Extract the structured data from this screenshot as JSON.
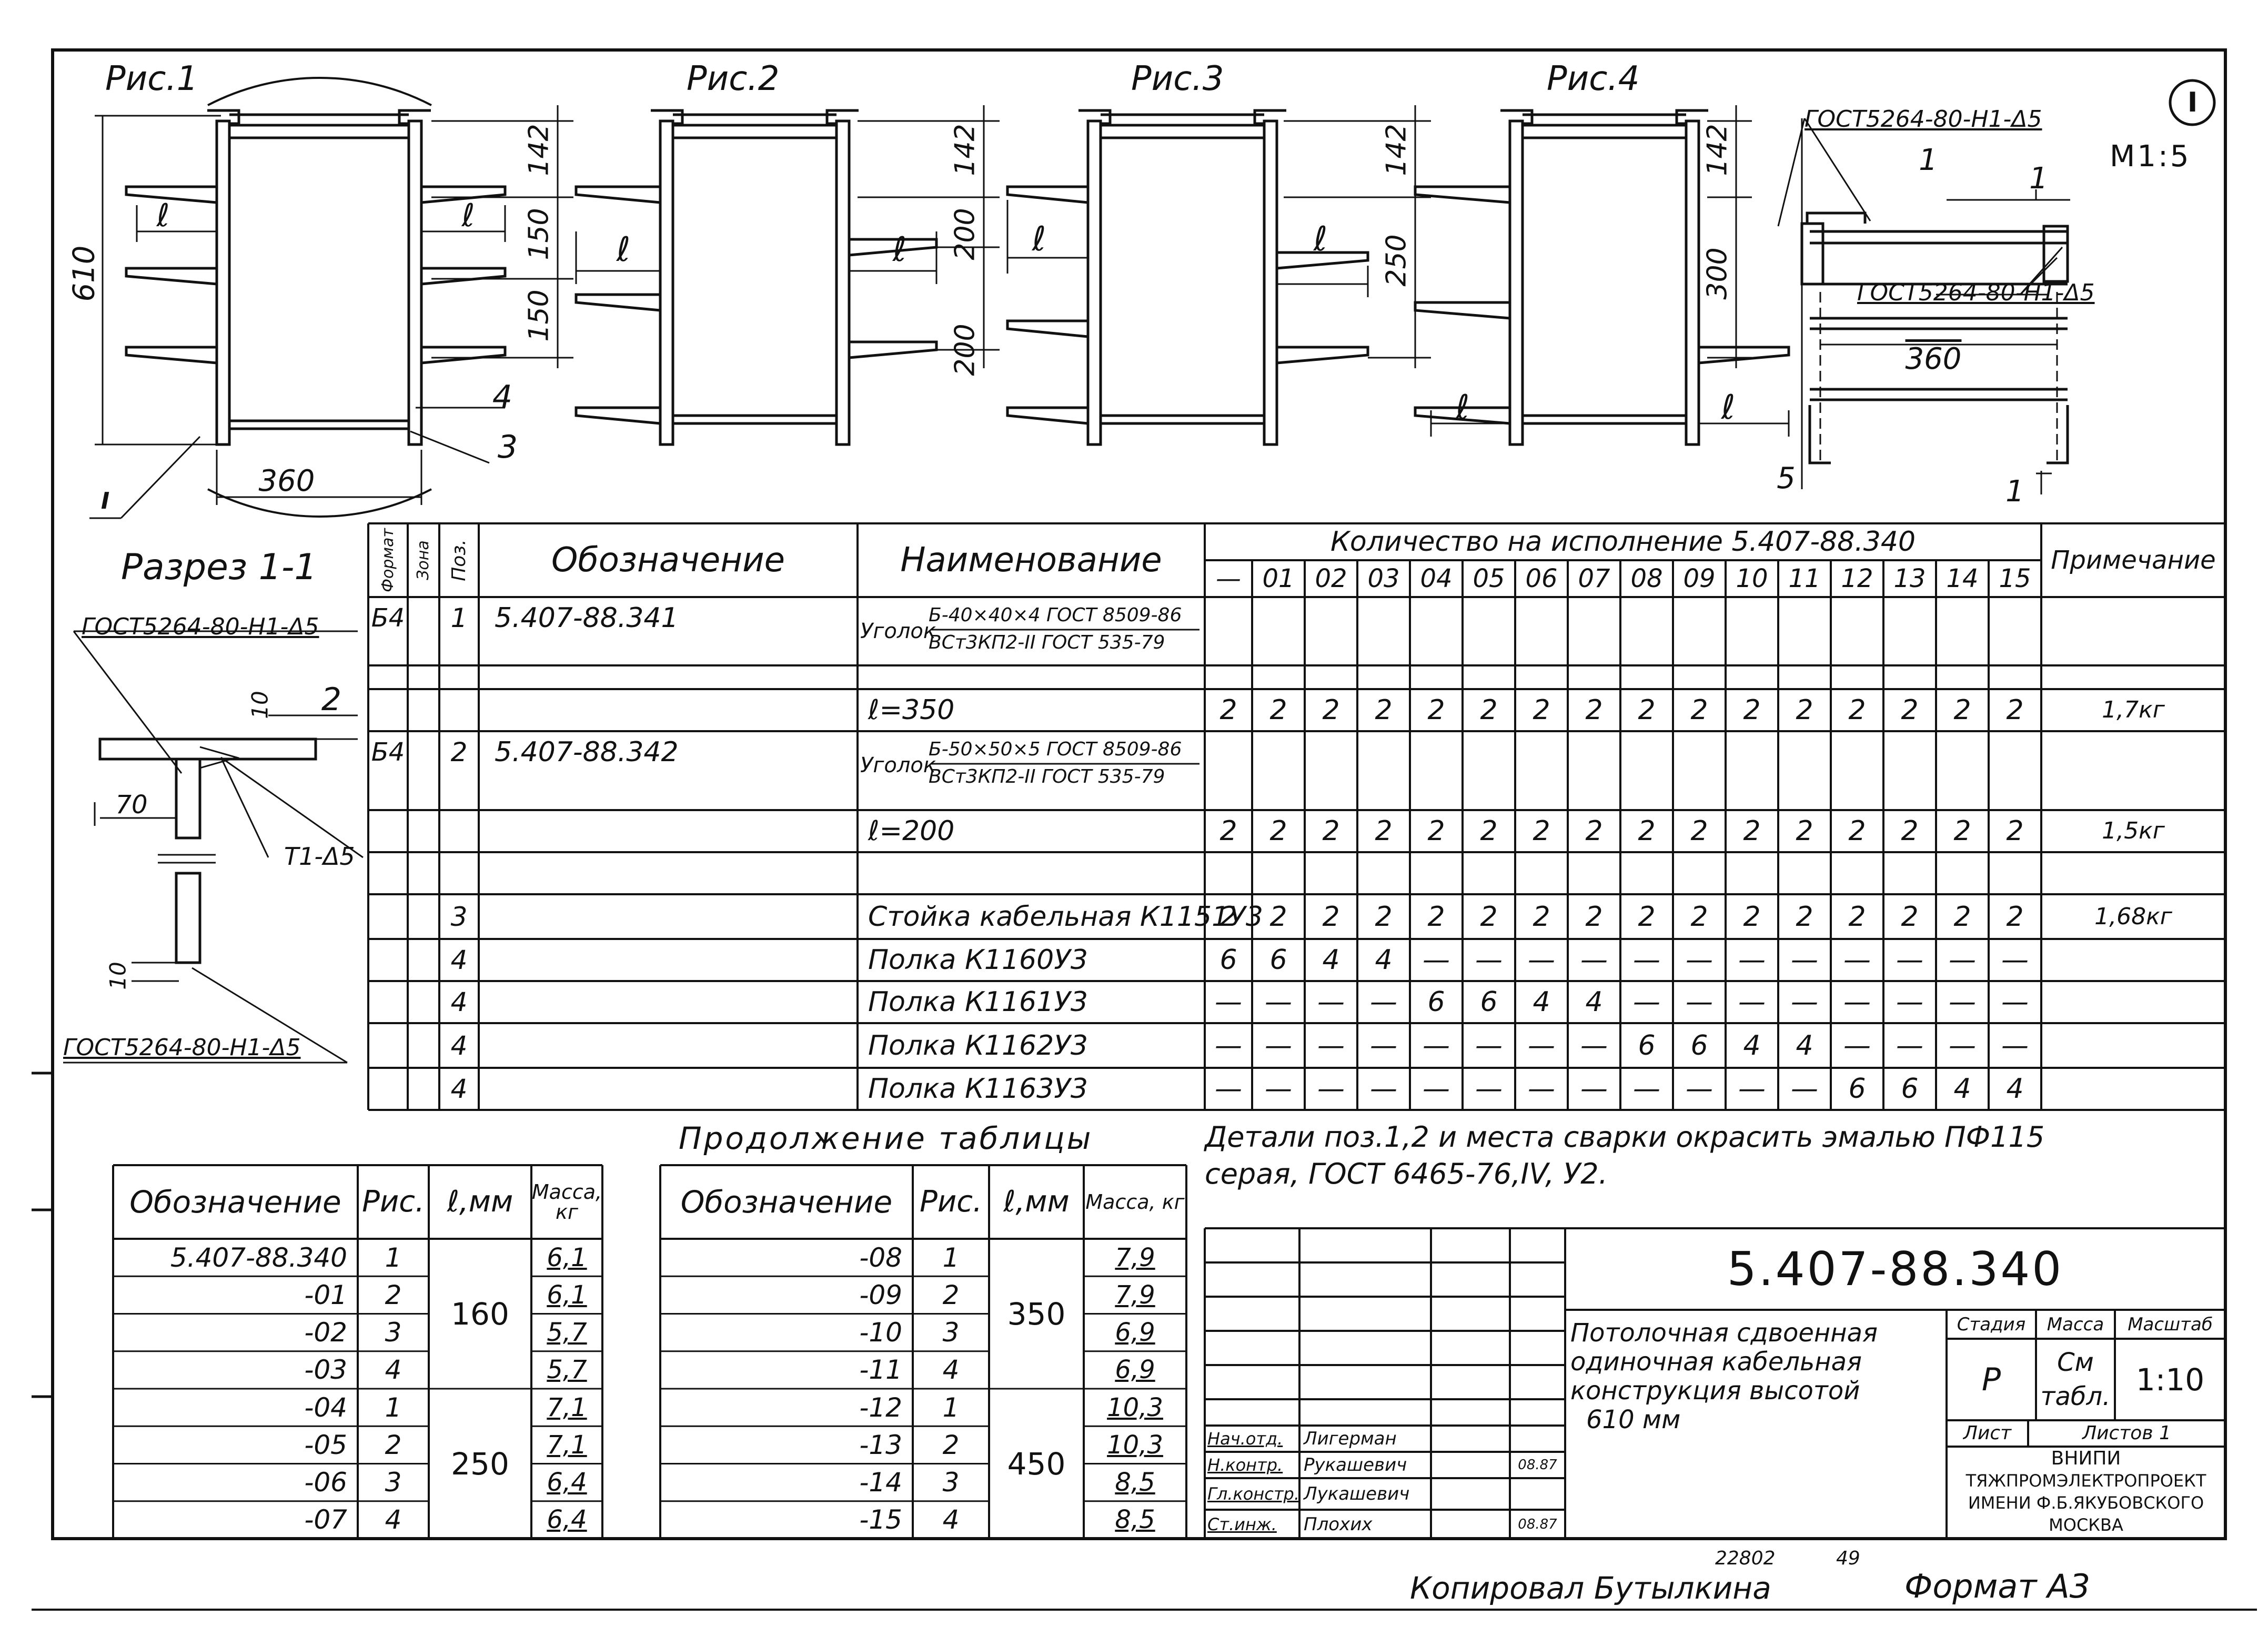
{
  "figures": {
    "fig1": "Рис.1",
    "fig2": "Рис.2",
    "fig3": "Рис.3",
    "fig4": "Рис.4"
  },
  "dims": {
    "h610": "610",
    "h142": "142",
    "h150": "150",
    "h200": "200",
    "h250": "250",
    "h300": "300",
    "w360": "360",
    "l": "ℓ",
    "n3": "3",
    "n4": "4",
    "n5": "5",
    "n1": "1",
    "n2": "2",
    "n10": "10",
    "n70": "70",
    "sec": "I"
  },
  "scale": "М1:5",
  "callout": {
    "weld_top": "ГОСТ5264-80-Н1-Δ5",
    "weld_mid": "ГОСТ5264-80-Н1-Δ5",
    "weld_sec": "ГОСТ5264-80-Н1-Δ5",
    "weld_sec_bottom": "ГОСТ5264-80-Н1-Δ5",
    "t1": "Т1-Δ5"
  },
  "section": {
    "title": "Разрез 1-1"
  },
  "spec": {
    "head": {
      "format": "Формат",
      "zone": "Зона",
      "pos": "Поз.",
      "designation": "Обозначение",
      "name": "Наименование",
      "qty": "Количество на исполнение  5.407-88.340",
      "note": "Примечание"
    },
    "variants": [
      "—",
      "01",
      "02",
      "03",
      "04",
      "05",
      "06",
      "07",
      "08",
      "09",
      "10",
      "11",
      "12",
      "13",
      "14",
      "15"
    ],
    "rows": [
      {
        "format": "Б4",
        "pos": "1",
        "designation": "5.407-88.341",
        "name_a": "Уголок",
        "name_b": "Б-40×40×4 ГОСТ 8509-86",
        "name_c": "ВСт3КП2-II ГОСТ 535-79",
        "q": [],
        "note": ""
      },
      {
        "name": "ℓ=350",
        "q": [
          "2",
          "2",
          "2",
          "2",
          "2",
          "2",
          "2",
          "2",
          "2",
          "2",
          "2",
          "2",
          "2",
          "2",
          "2",
          "2"
        ],
        "note": "1,7кг"
      },
      {
        "format": "Б4",
        "pos": "2",
        "designation": "5.407-88.342",
        "name_a": "Уголок",
        "name_b": "Б-50×50×5 ГОСТ 8509-86",
        "name_c": "ВСт3КП2-II ГОСТ 535-79",
        "q": [],
        "note": ""
      },
      {
        "name": "ℓ=200",
        "q": [
          "2",
          "2",
          "2",
          "2",
          "2",
          "2",
          "2",
          "2",
          "2",
          "2",
          "2",
          "2",
          "2",
          "2",
          "2",
          "2"
        ],
        "note": "1,5кг"
      },
      {
        "pos": "3",
        "name": "Стойка кабельная К1151У3",
        "q": [
          "2",
          "2",
          "2",
          "2",
          "2",
          "2",
          "2",
          "2",
          "2",
          "2",
          "2",
          "2",
          "2",
          "2",
          "2",
          "2"
        ],
        "note": "1,68кг"
      },
      {
        "pos": "4",
        "name": "Полка К1160У3",
        "q": [
          "6",
          "6",
          "4",
          "4",
          "—",
          "—",
          "—",
          "—",
          "—",
          "—",
          "—",
          "—",
          "—",
          "—",
          "—",
          "—"
        ],
        "note": ""
      },
      {
        "pos": "4",
        "name": "Полка К1161У3",
        "q": [
          "—",
          "—",
          "—",
          "—",
          "6",
          "6",
          "4",
          "4",
          "—",
          "—",
          "—",
          "—",
          "—",
          "—",
          "—",
          "—"
        ],
        "note": ""
      },
      {
        "pos": "4",
        "name": "Полка К1162У3",
        "q": [
          "—",
          "—",
          "—",
          "—",
          "—",
          "—",
          "—",
          "—",
          "6",
          "6",
          "4",
          "4",
          "—",
          "—",
          "—",
          "—"
        ],
        "note": ""
      },
      {
        "pos": "4",
        "name": "Полка К1163У3",
        "q": [
          "—",
          "—",
          "—",
          "—",
          "—",
          "—",
          "—",
          "—",
          "—",
          "—",
          "—",
          "—",
          "6",
          "6",
          "4",
          "4"
        ],
        "note": ""
      }
    ]
  },
  "continuation": "Продолжение таблицы",
  "note": {
    "line1": "Детали поз.1,2 и места сварки окрасить эмалью ПФ115",
    "line2": "серая, ГОСТ 6465-76,IV, У2."
  },
  "mass_head": {
    "designation": "Обозначение",
    "fig": "Рис.",
    "l": "ℓ,мм",
    "mass": "Масса, кг"
  },
  "mass_left": [
    {
      "d": "5.407-88.340",
      "f": "1",
      "m": "6,1"
    },
    {
      "d": "-01",
      "f": "2",
      "m": "6,1"
    },
    {
      "d": "-02",
      "f": "3",
      "m": "5,7"
    },
    {
      "d": "-03",
      "f": "4",
      "m": "5,7"
    },
    {
      "d": "-04",
      "f": "1",
      "m": "7,1"
    },
    {
      "d": "-05",
      "f": "2",
      "m": "7,1"
    },
    {
      "d": "-06",
      "f": "3",
      "m": "6,4"
    },
    {
      "d": "-07",
      "f": "4",
      "m": "6,4"
    }
  ],
  "mass_left_l": [
    "160",
    "250"
  ],
  "mass_right": [
    {
      "d": "-08",
      "f": "1",
      "m": "7,9"
    },
    {
      "d": "-09",
      "f": "2",
      "m": "7,9"
    },
    {
      "d": "-10",
      "f": "3",
      "m": "6,9"
    },
    {
      "d": "-11",
      "f": "4",
      "m": "6,9"
    },
    {
      "d": "-12",
      "f": "1",
      "m": "10,3"
    },
    {
      "d": "-13",
      "f": "2",
      "m": "10,3"
    },
    {
      "d": "-14",
      "f": "3",
      "m": "8,5"
    },
    {
      "d": "-15",
      "f": "4",
      "m": "8,5"
    }
  ],
  "mass_right_l": [
    "350",
    "450"
  ],
  "title_block": {
    "doc": "5.407-88.340",
    "title": [
      "Потолочная сдвоенная",
      "одиночная кабельная",
      "конструкция высотой",
      "610 мм"
    ],
    "stage_h": "Стадия",
    "mass_h": "Масса",
    "scale_h": "Масштаб",
    "stage": "Р",
    "mass_a": "См",
    "mass_b": "табл.",
    "scale": "1:10",
    "sheet": "Лист",
    "sheets": "Листов 1",
    "org": [
      "ВНИПИ",
      "ТЯЖПРОМЭЛЕКТРОПРОЕКТ",
      "ИМЕНИ Ф.Б.ЯКУБОВСКОГО",
      "МОСКВА"
    ],
    "signers": [
      {
        "role": "Нач.отд.",
        "name": "Лигерман",
        "date": ""
      },
      {
        "role": "Н.контр.",
        "name": "Рукашевич",
        "date": "08.87"
      },
      {
        "role": "Гл.констр.",
        "name": "Лукашевич",
        "date": ""
      },
      {
        "role": "Ст.инж.",
        "name": "Плохих",
        "date": "08.87"
      }
    ]
  },
  "bottom": {
    "num": "22802",
    "num2": "49",
    "copied": "Копировал Бутылкина",
    "format": "Формат А3"
  }
}
